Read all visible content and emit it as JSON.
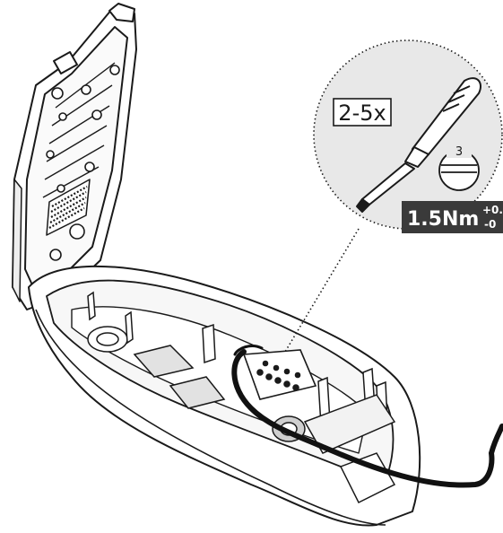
{
  "callout": {
    "count_label": "2-5x",
    "screw_size": "3",
    "torque_value": "1.5Nm",
    "tolerance_plus": "+0.",
    "tolerance_minus": "-0"
  },
  "colors": {
    "line": "#1a1a1a",
    "callout_fill": "#e8e8e8",
    "torque_box": "#3a3a3a",
    "cable": "#111111"
  }
}
